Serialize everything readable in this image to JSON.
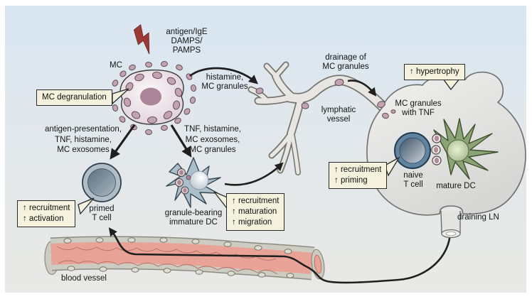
{
  "figure": {
    "labels": {
      "stimuli": "antigen/IgE\nDAMPS/\nPAMPS",
      "mc": "MC",
      "mc_degranulation": "MC degranulation",
      "histamine_granules": "histamine,\nMC granules",
      "drainage": "drainage of\nMC granules",
      "lymphatic_vessel": "lymphatic\nvessel",
      "hypertrophy": "↑ hypertrophy",
      "mc_granules_tnf": "MC granules\nwith TNF",
      "antigen_presentation": "antigen-presentation,\nTNF, histamine,\nMC exosomes",
      "tnf_histamine": "TNF, histamine,\nMC exosomes,\nMC granules",
      "primed_t_cell": "primed\nT cell",
      "recruitment_activation": "↑ recruitment\n↑ activation",
      "granule_bearing_dc": "granule-bearing\nimmature DC",
      "recruitment_maturation_migration": "↑ recruitment\n↑ maturation\n↑ migration",
      "recruitment_priming": "↑ recruitment\n↑ priming",
      "naive_t_cell": "naive\nT cell",
      "mature_dc": "mature DC",
      "draining_ln": "draining LN",
      "blood_vessel": "blood vessel"
    },
    "colors": {
      "background_top": "#d8e6f2",
      "background_bottom": "#e9e9e6",
      "callout_bg": "#f4f1dc",
      "callout_border": "#2b2b2b",
      "lightning": "#9c3a35",
      "granule": "#c5a2b0",
      "mast_cell": "#e8dbe0",
      "t_cell_ring_naive": "#5f83a1",
      "t_cell_ring_primed": "#aebdc8",
      "mature_dc_green": "#8ba475",
      "immature_dc_blue": "#aabfcc",
      "lymph_node_gray": "#e6e6e5",
      "blood_vessel_lumen": "#e9a296",
      "blood_vessel_wall": "#cdccc2",
      "arrow": "#1f1f1f"
    }
  }
}
